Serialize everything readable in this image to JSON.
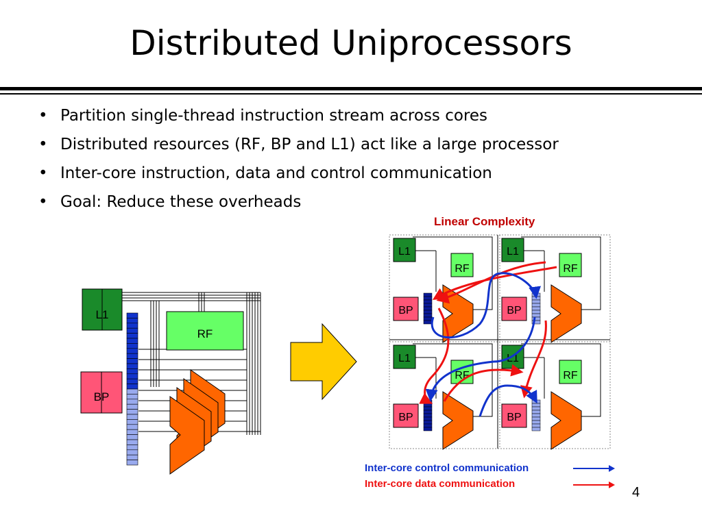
{
  "slide": {
    "title": "Distributed Uniprocessors",
    "page_number": "4",
    "bullets": [
      "Partition single-thread instruction stream across cores",
      "Distributed resources (RF, BP and L1) act like a large processor",
      "Inter-core instruction, data and control communication",
      "Goal: Reduce these overheads"
    ]
  },
  "diagram": {
    "heading": "Linear Complexity",
    "left_core": {
      "l1": "L1",
      "rf": "RF",
      "bp": "BP"
    },
    "grid_cores": [
      {
        "l1": "L1",
        "rf": "RF",
        "bp": "BP"
      },
      {
        "l1": "L1",
        "rf": "RF",
        "bp": "BP"
      },
      {
        "l1": "L1",
        "rf": "RF",
        "bp": "BP"
      },
      {
        "l1": "L1",
        "rf": "RF",
        "bp": "BP"
      }
    ],
    "legend": {
      "control": "Inter-core control communication",
      "data": "Inter-core data communication"
    },
    "colors": {
      "l1": "#1a8a2a",
      "rf": "#66ff66",
      "bp": "#ff5577",
      "alu": "#ff6600",
      "arrow": "#ffcc00",
      "control": "#1133cc",
      "data": "#ee1111",
      "heading": "#c00000"
    }
  }
}
